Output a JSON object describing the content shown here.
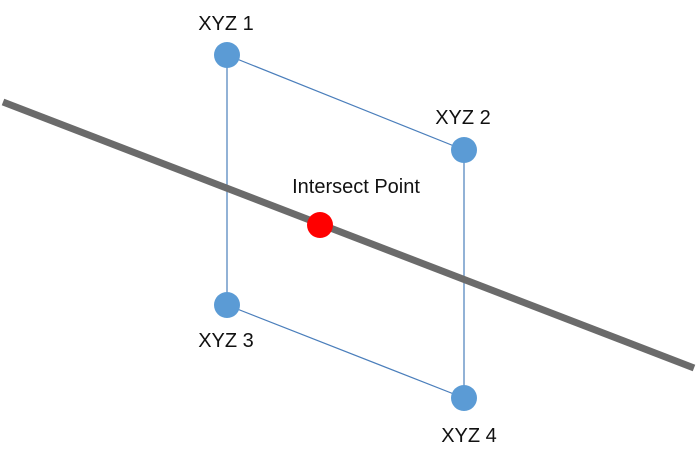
{
  "colors": {
    "background": "#ffffff",
    "edge": "#4a7ebb",
    "line": "#6b6b6b",
    "vertex": "#5b9bd5",
    "intersect": "#ff0000",
    "text": "#111111"
  },
  "points": {
    "p1": {
      "label": "XYZ 1"
    },
    "p2": {
      "label": "XYZ 2"
    },
    "p3": {
      "label": "XYZ 3"
    },
    "p4": {
      "label": "XYZ 4"
    }
  },
  "intersect": {
    "label": "Intersect Point"
  }
}
